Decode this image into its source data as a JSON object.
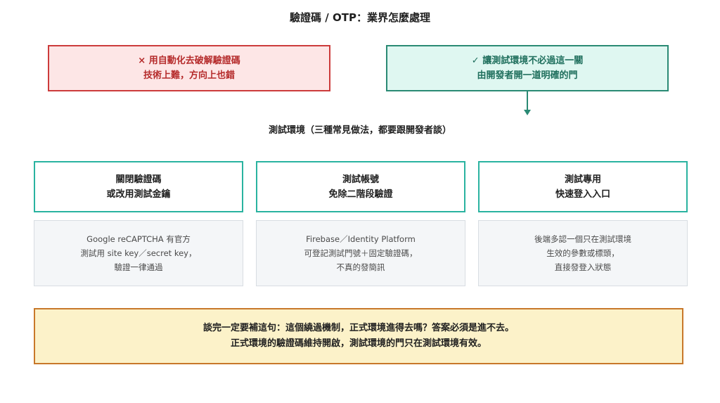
{
  "title": "驗證碼 / OTP：業界怎麼處理",
  "bad_box": {
    "line1": "× 用自動化去破解驗證碼",
    "line2": "技術上難，方向上也錯"
  },
  "good_box": {
    "line1": "✓ 讓測試環境不必過這一關",
    "line2": "由開發者開一道明確的門"
  },
  "section_title": "測試環境（三種常見做法，都要跟開發者談）",
  "cards": [
    {
      "head": [
        "關閉驗證碼",
        "或改用測試金鑰"
      ],
      "body": [
        "Google reCAPTCHA 有官方",
        "測試用 site key／secret key，",
        "驗證一律通過"
      ]
    },
    {
      "head": [
        "測試帳號",
        "免除二階段驗證"
      ],
      "body": [
        "Firebase／Identity Platform",
        "可登記測試門號＋固定驗證碼，",
        "不真的發簡訊"
      ]
    },
    {
      "head": [
        "測試專用",
        "快速登入入口"
      ],
      "body": [
        "後端多認一個只在測試環境",
        "生效的參數或標頭，",
        "直接發登入狀態"
      ]
    }
  ],
  "note": {
    "line1": "談完一定要補這句：這個繞過機制，正式環境進得去嗎？答案必須是進不去。",
    "line2": "正式環境的驗證碼維持開啟，測試環境的門只在測試環境有效。"
  },
  "colors": {
    "bad_border": "#cc3b3b",
    "bad_fill": "#fde6e6",
    "good_border": "#2a8a74",
    "good_fill": "#dff7f1",
    "card_border": "#2ab3a0",
    "note_border": "#c8782a",
    "note_fill": "#fcf2c9"
  }
}
